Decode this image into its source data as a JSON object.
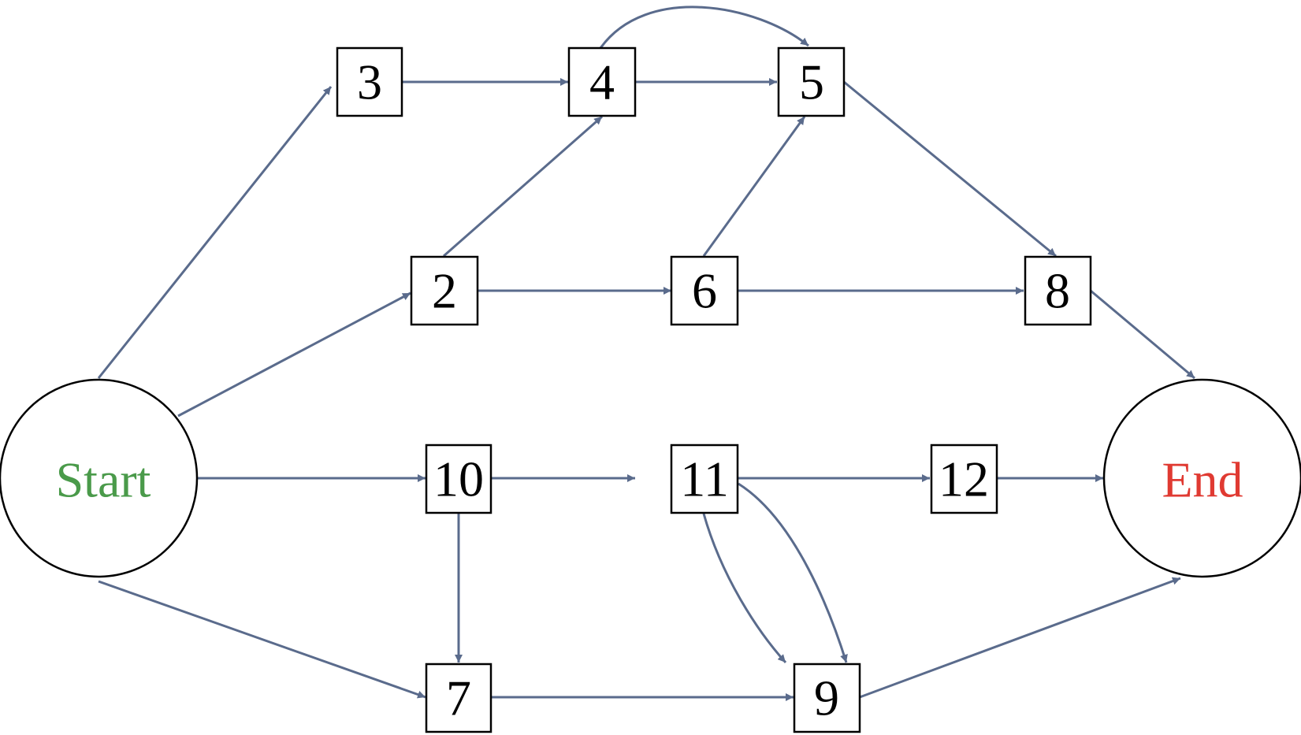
{
  "colors": {
    "edge": "#5a6b8c",
    "start_text": "#4a9a4a",
    "end_text": "#e03a32",
    "node_border": "#000000"
  },
  "nodes": {
    "start": "Start",
    "end": "End",
    "n2": "2",
    "n3": "3",
    "n4": "4",
    "n5": "5",
    "n6": "6",
    "n7": "7",
    "n8": "8",
    "n9": "9",
    "n10": "10",
    "n11": "11",
    "n12": "12"
  },
  "edges": [
    {
      "from": "Start",
      "to": "3"
    },
    {
      "from": "Start",
      "to": "2"
    },
    {
      "from": "Start",
      "to": "10"
    },
    {
      "from": "Start",
      "to": "7"
    },
    {
      "from": "3",
      "to": "4"
    },
    {
      "from": "4",
      "to": "5"
    },
    {
      "from": "4",
      "to": "5"
    },
    {
      "from": "2",
      "to": "4"
    },
    {
      "from": "2",
      "to": "6"
    },
    {
      "from": "6",
      "to": "5"
    },
    {
      "from": "6",
      "to": "8"
    },
    {
      "from": "5",
      "to": "8"
    },
    {
      "from": "8",
      "to": "End"
    },
    {
      "from": "10",
      "to": "11"
    },
    {
      "from": "10",
      "to": "7"
    },
    {
      "from": "11",
      "to": "12"
    },
    {
      "from": "11",
      "to": "9"
    },
    {
      "from": "11",
      "to": "9"
    },
    {
      "from": "12",
      "to": "End"
    },
    {
      "from": "7",
      "to": "9"
    },
    {
      "from": "9",
      "to": "End"
    }
  ]
}
